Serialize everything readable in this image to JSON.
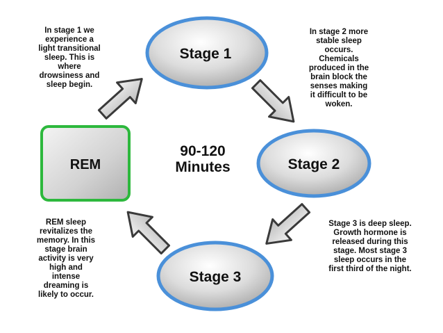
{
  "stages": {
    "stage1": "Stage 1",
    "stage2": "Stage 2",
    "stage3": "Stage 3",
    "rem": "REM"
  },
  "cycle_duration": "90-120\nMinutes",
  "descriptions": {
    "stage1": "In stage 1 we\nexperience a\nlight transitional\nsleep. This is\nwhere\ndrowsiness and\nsleep begin.",
    "stage2": "In stage 2 more\nstable sleep\noccurs.\nChemicals\nproduced in the\nbrain block the\nsenses making\nit difficult to be\nwoken.",
    "stage3": "Stage 3 is deep sleep.\nGrowth hormone is\nreleased during this\nstage. Most stage 3\nsleep occurs in the\nfirst third of the night.",
    "rem": "REM sleep\nrevitalizes the\nmemory. In this\nstage brain\nactivity is very\nhigh and\nintense\ndreaming is\nlikely to occur."
  },
  "colors": {
    "ellipse_border": "#4a90d9",
    "rem_border": "#2db83d",
    "arrow_fill": "#d9d9d9",
    "arrow_stroke": "#3a3a3a"
  }
}
